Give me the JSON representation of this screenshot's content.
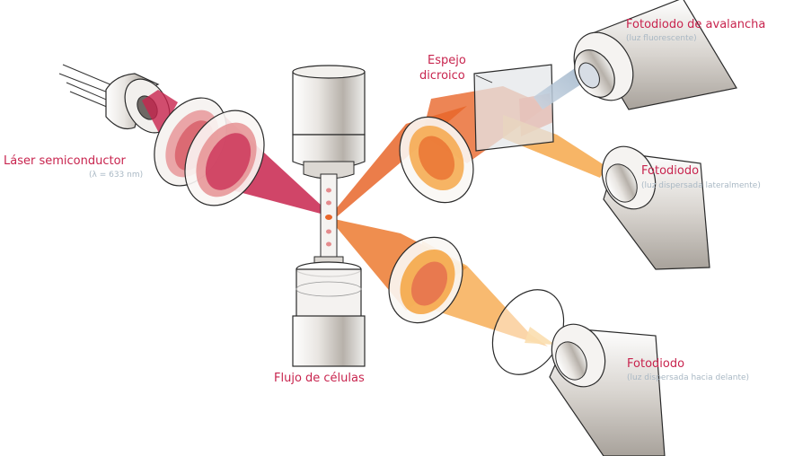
{
  "labels": {
    "laser": "Láser semiconductor",
    "laser_sub": "(λ = 633 nm)",
    "mirror_line1": "Espejo",
    "mirror_line2": "dicroico",
    "avalanche": "Fotodiodo de avalancha",
    "avalanche_sub": "(luz fluorescente)",
    "side": "Fotodiodo",
    "side_sub": "(luz dispersada lateralmente)",
    "forward": "Fotodiodo",
    "forward_sub": "(luz dispersada hacia delante)",
    "flow": "Flujo de células"
  },
  "colors": {
    "label": "#c8244e",
    "sublabel": "#a9b8c4",
    "laser_beam": "#c8244e",
    "fluorescence": "#e8662a",
    "scatter": "#f5a340",
    "outline": "#2a2a2a"
  }
}
